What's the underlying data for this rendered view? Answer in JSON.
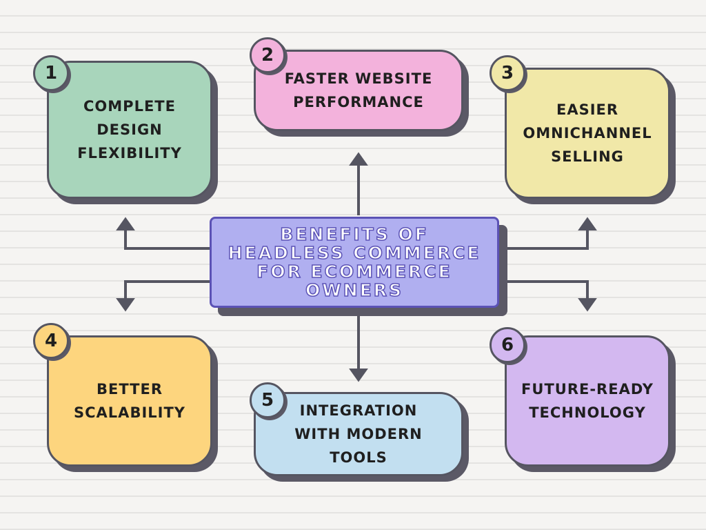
{
  "title": "BENEFITS OF HEADLESS COMMERCE FOR ECOMMERCE OWNERS",
  "benefits": [
    {
      "number": "1",
      "label": "COMPLETE DESIGN FLEXIBILITY",
      "color": "#a8d5bb"
    },
    {
      "number": "2",
      "label": "FASTER WEBSITE PERFORMANCE",
      "color": "#f3b2dc"
    },
    {
      "number": "3",
      "label": "EASIER OMNICHANNEL SELLING",
      "color": "#f1e8a8"
    },
    {
      "number": "4",
      "label": "BETTER SCALABILITY",
      "color": "#fdd57e"
    },
    {
      "number": "5",
      "label": "INTEGRATION WITH MODERN TOOLS",
      "color": "#c2dff0"
    },
    {
      "number": "6",
      "label": "FUTURE-READY TECHNOLOGY",
      "color": "#d3b8f0"
    }
  ]
}
